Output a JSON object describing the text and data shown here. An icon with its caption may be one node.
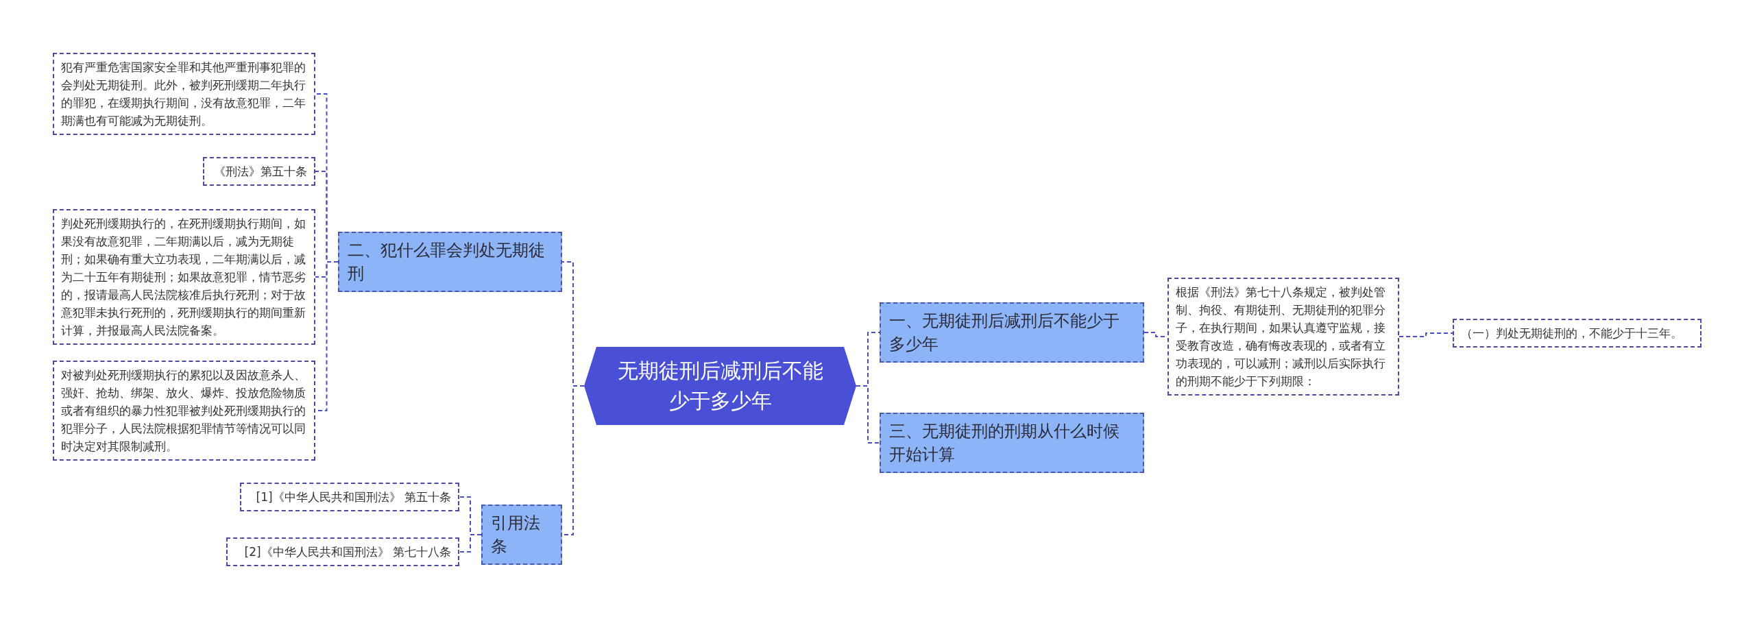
{
  "diagram": {
    "nodes": [
      {
        "text": [
          "无期徒刑后减刑后不能少于多少年"
        ]
      },
      {
        "text": [
          "二、犯什么罪会判处无期徒刑"
        ]
      },
      {
        "text": [
          "犯有严重危害国家安全罪和其他严重刑事犯罪的会判处无期徒刑。此外，被判死刑缓期二年执行的罪犯，在缓期执行期间，没有故意犯罪，二年期满也有可能减为无期徒刑。"
        ]
      },
      {
        "text": [
          "《刑法》第五十条"
        ]
      },
      {
        "text": [
          "判处死刑缓期执行的，在死刑缓期执行期间，如果没有故意犯罪，二年期满以后，减为无期徒刑；如果确有重大立功表现，二年期满以后，减为二十五年有期徒刑；如果故意犯罪，情节恶劣的，报请最高人民法院核准后执行死刑；对于故意犯罪未执行死刑的，死刑缓期执行的期间重新计算，并报最高人民法院备案。"
        ]
      },
      {
        "text": [
          "对被判处死刑缓期执行的累犯以及因故意杀人、强奸、抢劫、绑架、放火、爆炸、投放危险物质或者有组织的暴力性犯罪被判处死刑缓期执行的犯罪分子，人民法院根据犯罪情节等情况可以同时决定对其限制减刑。"
        ]
      },
      {
        "text": [
          "引用法条"
        ]
      },
      {
        "text": [
          "[1]《中华人民共和国刑法》 第五十条"
        ]
      },
      {
        "text": [
          "[2]《中华人民共和国刑法》 第七十八条"
        ]
      },
      {
        "text": [
          "一、无期徒刑后减刑后不能少于多少年"
        ]
      },
      {
        "text": [
          "根据《刑法》第七十八条规定，被判处管制、拘役、有期徒刑、无期徒刑的犯罪分子，在执行期间，如果认真遵守监规，接受教育改造，确有悔改表现的，或者有立功表现的，可以减刑；减刑以后实际执行的刑期不能少于下列期限："
        ]
      },
      {
        "text": [
          "（一）判处无期徒刑的，不能少于十三年。"
        ]
      },
      {
        "text": [
          "三、无期徒刑的刑期从什么时候开始计算"
        ]
      }
    ],
    "edges": [
      {
        "from": 0,
        "to": 1,
        "arrow": "none",
        "style": "dashed"
      },
      {
        "from": 1,
        "to": 2,
        "arrow": "none",
        "style": "dashed"
      },
      {
        "from": 1,
        "to": 3,
        "arrow": "none",
        "style": "dashed"
      },
      {
        "from": 1,
        "to": 4,
        "arrow": "none",
        "style": "dashed"
      },
      {
        "from": 1,
        "to": 5,
        "arrow": "none",
        "style": "dashed"
      },
      {
        "from": 0,
        "to": 6,
        "arrow": "none",
        "style": "dashed"
      },
      {
        "from": 6,
        "to": 7,
        "arrow": "none",
        "style": "dashed"
      },
      {
        "from": 6,
        "to": 8,
        "arrow": "none",
        "style": "dashed"
      },
      {
        "from": 0,
        "to": 9,
        "arrow": "none",
        "style": "dashed"
      },
      {
        "from": 9,
        "to": 10,
        "arrow": "none",
        "style": "dashed"
      },
      {
        "from": 10,
        "to": 11,
        "arrow": "none",
        "style": "dashed"
      },
      {
        "from": 0,
        "to": 12,
        "arrow": "none",
        "style": "dashed"
      }
    ]
  }
}
